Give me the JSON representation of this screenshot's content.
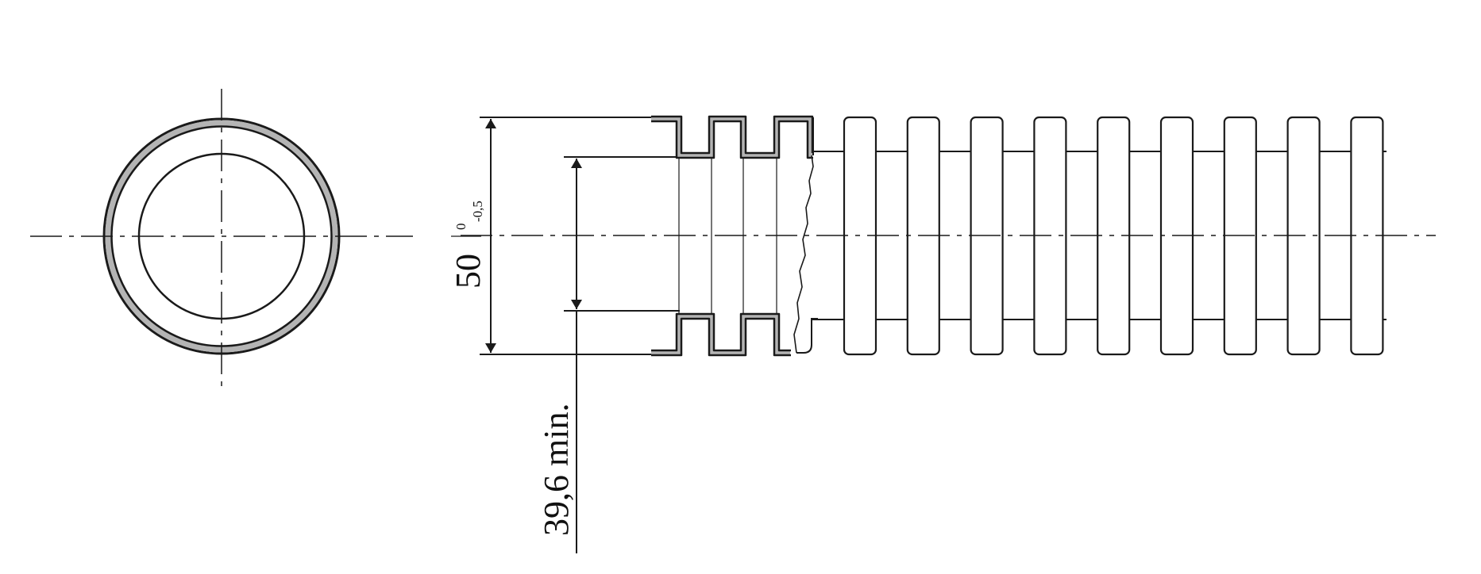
{
  "drawing": {
    "outer_diameter_label": "50",
    "tolerance_upper": "0",
    "tolerance_lower": "-0,5",
    "inner_diameter_label": "39,6 min.",
    "corrugation_count": 9
  },
  "colors": {
    "line": "#1a1a1a",
    "wall_section": "#b4b4b4",
    "background": "#ffffff"
  }
}
